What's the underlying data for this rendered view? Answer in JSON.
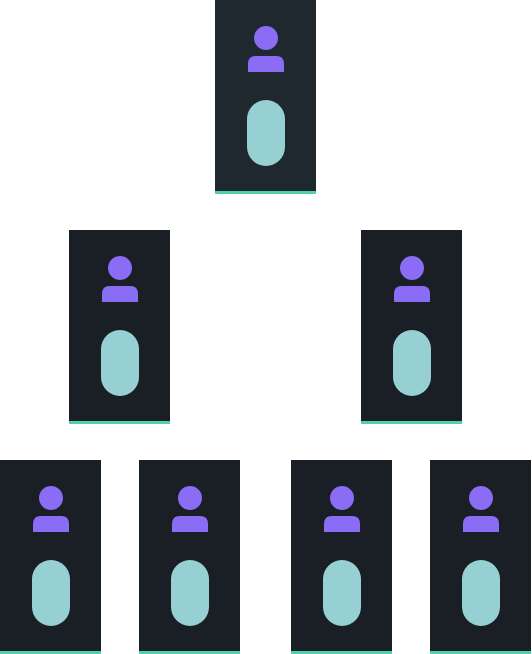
{
  "colors": {
    "background": "#ffffff",
    "card_root": "#1f272f",
    "card": "#1a1f25",
    "accent_line": "#4fd1ae",
    "avatar": "#8a6cf5",
    "pill": "#96d0d2"
  },
  "nodes": [
    {
      "id": "root",
      "level": 1,
      "icon": "person-icon",
      "indicator": "pill-indicator"
    },
    {
      "id": "l2-left",
      "level": 2,
      "icon": "person-icon",
      "indicator": "pill-indicator"
    },
    {
      "id": "l2-right",
      "level": 2,
      "icon": "person-icon",
      "indicator": "pill-indicator"
    },
    {
      "id": "l3-1",
      "level": 3,
      "icon": "person-icon",
      "indicator": "pill-indicator"
    },
    {
      "id": "l3-2",
      "level": 3,
      "icon": "person-icon",
      "indicator": "pill-indicator"
    },
    {
      "id": "l3-3",
      "level": 3,
      "icon": "person-icon",
      "indicator": "pill-indicator"
    },
    {
      "id": "l3-4",
      "level": 3,
      "icon": "person-icon",
      "indicator": "pill-indicator"
    }
  ]
}
